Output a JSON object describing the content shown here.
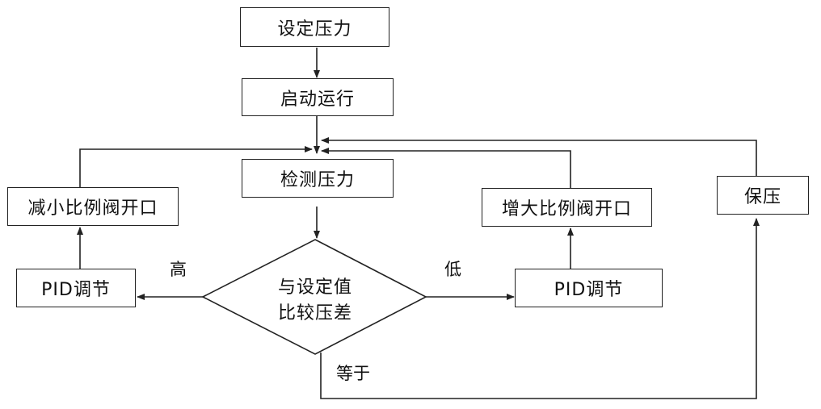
{
  "nodes": {
    "set_pressure": "设定压力",
    "start_run": "启动运行",
    "detect_pressure": "检测压力",
    "compare_line1": "与设定值",
    "compare_line2": "比较压差",
    "decrease_valve": "减小比例阀开口",
    "increase_valve": "增大比例阀开口",
    "pid_left": "PID调节",
    "pid_right": "PID调节",
    "hold_pressure": "保压"
  },
  "edge_labels": {
    "high": "高",
    "low": "低",
    "equal": "等于"
  }
}
